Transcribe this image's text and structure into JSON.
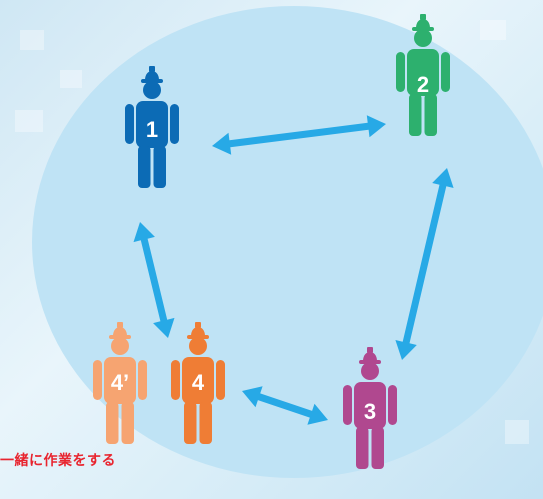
{
  "colors": {
    "circle": "#bfe3f5",
    "arrow": "#27a9e6",
    "worker_1": "#0c6bb5",
    "worker_2": "#2db06e",
    "worker_3": "#b0488f",
    "worker_4": "#ef7d35",
    "worker_4p": "#f6a471",
    "caption": "#e8252f"
  },
  "workers": [
    {
      "id": "w1",
      "label": "1",
      "color_key": "worker_1"
    },
    {
      "id": "w2",
      "label": "2",
      "color_key": "worker_2"
    },
    {
      "id": "w3",
      "label": "3",
      "color_key": "worker_3"
    },
    {
      "id": "w4",
      "label": "4",
      "color_key": "worker_4"
    },
    {
      "id": "w4p",
      "label": "4’",
      "color_key": "worker_4p"
    }
  ],
  "connections": [
    {
      "from": "1",
      "to": "2"
    },
    {
      "from": "2",
      "to": "3"
    },
    {
      "from": "3",
      "to": "4"
    },
    {
      "from": "4",
      "to": "1"
    }
  ],
  "caption": "一緒に作業をする"
}
